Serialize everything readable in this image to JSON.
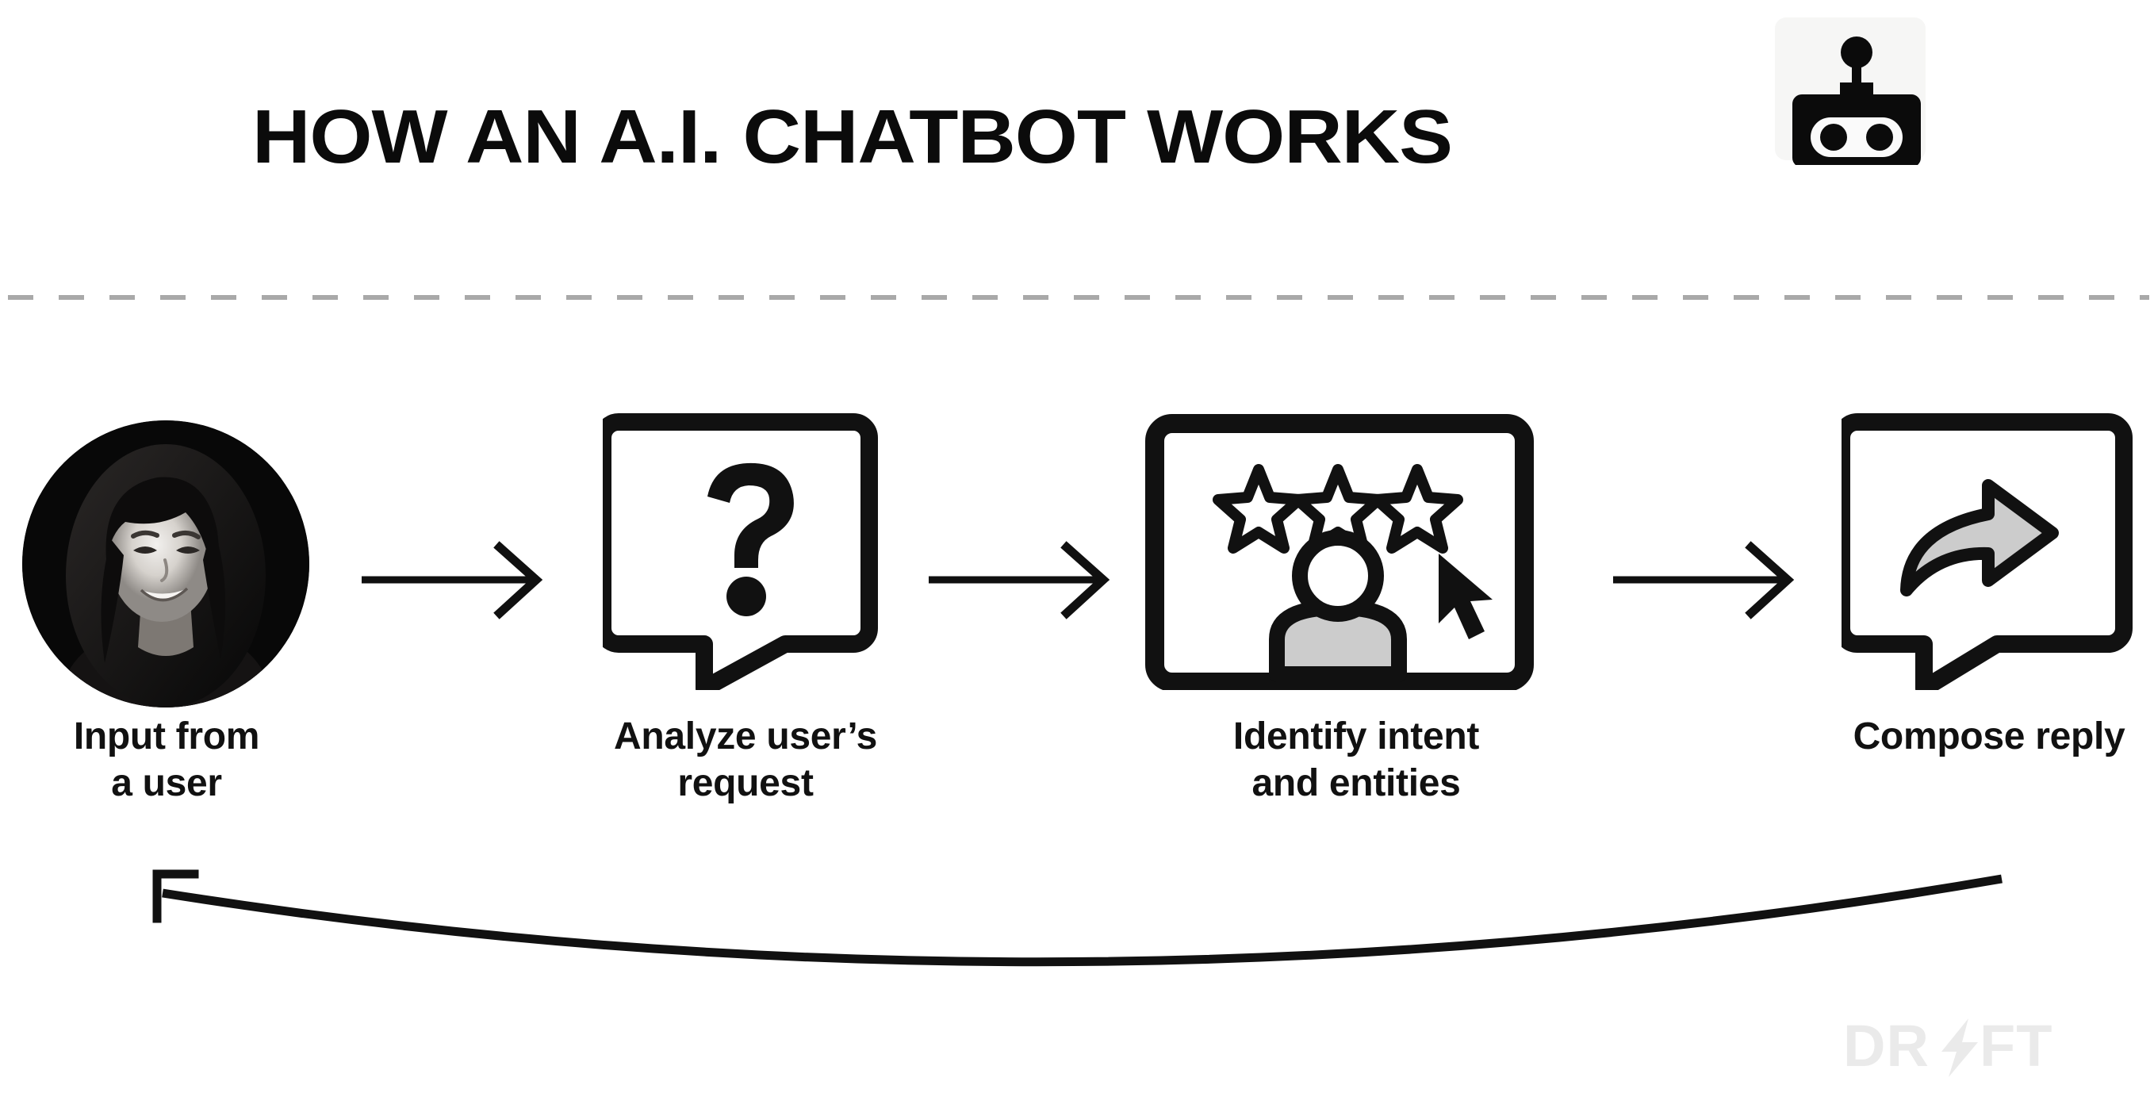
{
  "header": {
    "title": "HOW AN A.I. CHATBOT WORKS",
    "robot_icon_name": "robot-icon"
  },
  "divider": {
    "style": "dashed",
    "color": "#a9a9a9"
  },
  "flow": {
    "steps": [
      {
        "id": "input-from-user",
        "label_line1": "Input from",
        "label_line2": "a user",
        "icon": "user-photo-avatar",
        "icon_description": "circular black-and-white portrait photo of a smiling woman with long dark hair"
      },
      {
        "id": "analyze-request",
        "label_line1": "Analyze user’s",
        "label_line2": "request",
        "icon": "speech-bubble-question-icon",
        "icon_description": "rounded speech bubble outline containing a bold question mark"
      },
      {
        "id": "identify-intent",
        "label_line1": "Identify intent",
        "label_line2": "and entities",
        "icon": "screen-stars-person-cursor-icon",
        "icon_description": "monitor screen with three outlined stars, a gray person silhouette and a cursor arrow"
      },
      {
        "id": "compose-reply",
        "label_line1": "Compose reply",
        "label_line2": "",
        "icon": "speech-bubble-reply-arrow-icon",
        "icon_description": "speech bubble containing a gray curved forward/reply arrow"
      }
    ],
    "connector_icon": "arrow-right-icon",
    "connector_count": 3
  },
  "feedback_loop": {
    "icon": "loop-arrow-left-icon",
    "description": "long curved arrow from Compose reply back to Input from a user"
  },
  "logo": {
    "text": "DRIFT",
    "lettermark": "DR⚡FT",
    "color": "#eaeaea"
  },
  "colors": {
    "background": "#ffffff",
    "ink": "#111111",
    "gray_fill": "#cccccc",
    "dash_gray": "#a9a9a9",
    "logo_gray": "#eaeaea"
  }
}
